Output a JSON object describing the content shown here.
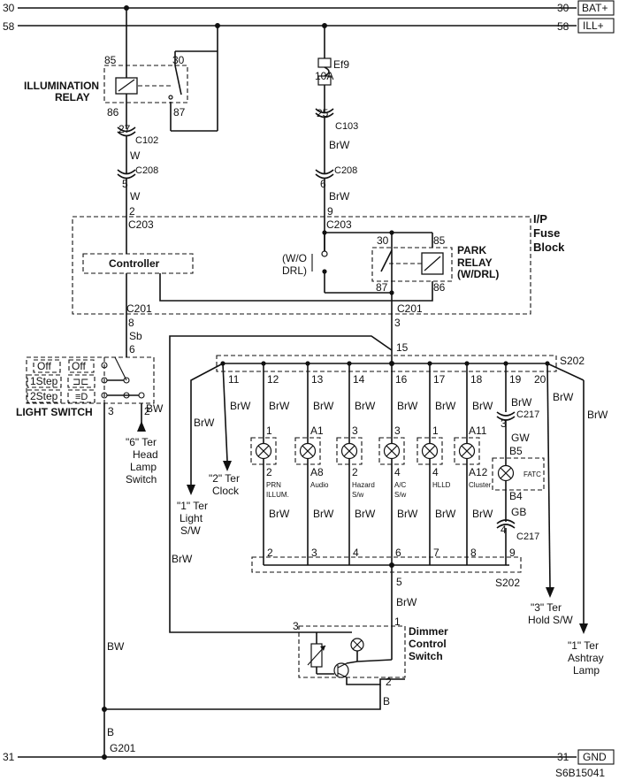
{
  "rails": {
    "bat_left": "30",
    "bat_right": "30",
    "bat_label": "BAT+",
    "ill_left": "58",
    "ill_right": "58",
    "ill_label": "ILL+",
    "gnd_left": "31",
    "gnd_right": "31",
    "gnd_label": "GND"
  },
  "illumination_relay": {
    "label_line1": "ILLUMINATION",
    "label_line2": "RELAY",
    "pin_85": "85",
    "pin_30": "30",
    "pin_86": "86",
    "pin_87": "87"
  },
  "left_branch": {
    "c102_pin": "27",
    "c102": "C102",
    "wire_w1": "W",
    "c208_pin": "5",
    "c208": "C208",
    "wire_w2": "W",
    "c203_pin": "2",
    "c203": "C203"
  },
  "fuse": {
    "name": "Ef9",
    "rating": "10A"
  },
  "mid_branch": {
    "c103_pin": "25",
    "c103": "C103",
    "wire_brw1": "BrW",
    "c208_pin": "6",
    "c208": "C208",
    "wire_brw2": "BrW",
    "c203_pin": "9",
    "c203": "C203"
  },
  "fuse_block": {
    "title_line1": "I/P",
    "title_line2": "Fuse",
    "title_line3": "Block",
    "controller": "Controller",
    "wo_drl_line1": "(W/O",
    "wo_drl_line2": "DRL)",
    "park_relay_line1": "PARK",
    "park_relay_line2": "RELAY",
    "park_relay_line3": "(W/DRL)",
    "pin_30": "30",
    "pin_85": "85",
    "pin_87": "87",
    "pin_86": "86",
    "c201_left": "C201",
    "c201_right": "C201",
    "pin_8": "8",
    "pin_3": "3"
  },
  "light_switch": {
    "label": "LIGHT SWITCH",
    "wire_sb": "Sb",
    "pin_6": "6",
    "off1": "Off",
    "off2": "Off",
    "step1": "1Step",
    "step2": "2Step",
    "pin_3": "3",
    "pin_2": "2",
    "wire_bw": "BW",
    "ter_line1": "\"6\" Ter",
    "ter_line2": "Head",
    "ter_line3": "Lamp",
    "ter_line4": "Switch"
  },
  "splice": {
    "top_name": "S202",
    "bottom_name": "S202",
    "pin_15": "15",
    "pin_5": "5",
    "wire_brw_bottom": "BrW",
    "pin_1": "1"
  },
  "branches": {
    "b11": {
      "pin": "11",
      "wire_a": "BrW",
      "wire_b": "BrW"
    },
    "b20": {
      "pin": "20",
      "wire_a": "BrW",
      "wire_b": "BrW"
    },
    "ter1_light": {
      "l1": "\"1\" Ter",
      "l2": "Light",
      "l3": "S/W"
    },
    "ter2_clock": {
      "l1": "\"2\" Ter",
      "l2": "Clock"
    },
    "ter3_hold": {
      "l1": "\"3\" Ter",
      "l2": "Hold S/W"
    },
    "ter1_ashtray": {
      "l1": "\"1\" Ter",
      "l2": "Ashtray",
      "l3": "Lamp"
    }
  },
  "lamps": [
    {
      "top_pin": "12",
      "wire": "BrW",
      "pin_a": "1",
      "pin_b": "2",
      "name_1": "PRN",
      "name_2": "ILLUM.",
      "wire_low": "BrW",
      "bot_pin": "2"
    },
    {
      "top_pin": "13",
      "wire": "BrW",
      "pin_a": "A1",
      "pin_b": "A8",
      "name_1": "Audio",
      "name_2": "",
      "wire_low": "BrW",
      "bot_pin": "3"
    },
    {
      "top_pin": "14",
      "wire": "BrW",
      "pin_a": "3",
      "pin_b": "2",
      "name_1": "Hazard",
      "name_2": "S/w",
      "wire_low": "BrW",
      "bot_pin": "4"
    },
    {
      "top_pin": "16",
      "wire": "BrW",
      "pin_a": "3",
      "pin_b": "4",
      "name_1": "A/C",
      "name_2": "S/w",
      "wire_low": "BrW",
      "bot_pin": "6"
    },
    {
      "top_pin": "17",
      "wire": "BrW",
      "pin_a": "1",
      "pin_b": "4",
      "name_1": "HLLD",
      "name_2": "",
      "wire_low": "BrW",
      "bot_pin": "7"
    },
    {
      "top_pin": "18",
      "wire": "BrW",
      "pin_a": "A11",
      "pin_b": "A12",
      "name_1": "Cluster",
      "name_2": "",
      "wire_low": "BrW",
      "bot_pin": "8"
    }
  ],
  "fatc": {
    "top_pin": "19",
    "wire_top": "BrW",
    "c217_pin_top": "3",
    "c217_top": "C217",
    "wire_gw": "GW",
    "pin_b5": "B5",
    "name": "FATC",
    "pin_b4": "B4",
    "wire_gb": "GB",
    "c217_pin_bot": "4",
    "c217_bot": "C217",
    "bot_pin": "9"
  },
  "dimmer": {
    "label_line1": "Dimmer",
    "label_line2": "Control",
    "label_line3": "Switch",
    "pin_3": "3",
    "pin_2": "2",
    "wire_b": "B",
    "wire_brw_left": "BrW"
  },
  "ground": {
    "wire_bw": "BW",
    "wire_b": "B",
    "name": "G201"
  },
  "figure_code": "S6B15041"
}
